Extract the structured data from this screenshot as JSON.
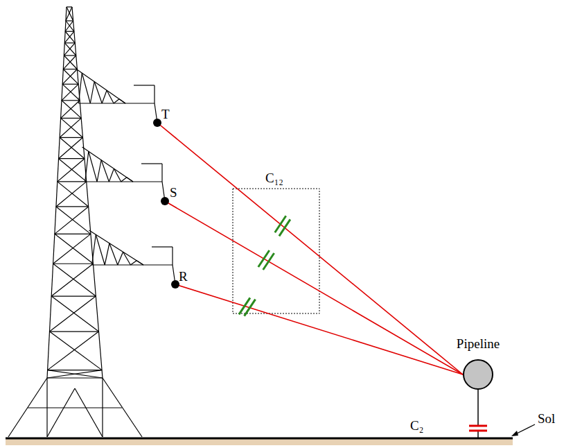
{
  "diagram": {
    "nodes": [
      {
        "text": [
          "T"
        ]
      },
      {
        "text": [
          "S"
        ]
      },
      {
        "text": [
          "R"
        ]
      },
      {
        "text": [
          "Pipeline"
        ]
      }
    ],
    "edges": [
      {
        "from": 0,
        "to": 3,
        "arrow": "none"
      },
      {
        "from": 1,
        "to": 3,
        "arrow": "none"
      },
      {
        "from": 2,
        "to": 3,
        "arrow": "none"
      }
    ],
    "labels": [
      "C₁₂",
      "C₂",
      "Sol"
    ]
  }
}
